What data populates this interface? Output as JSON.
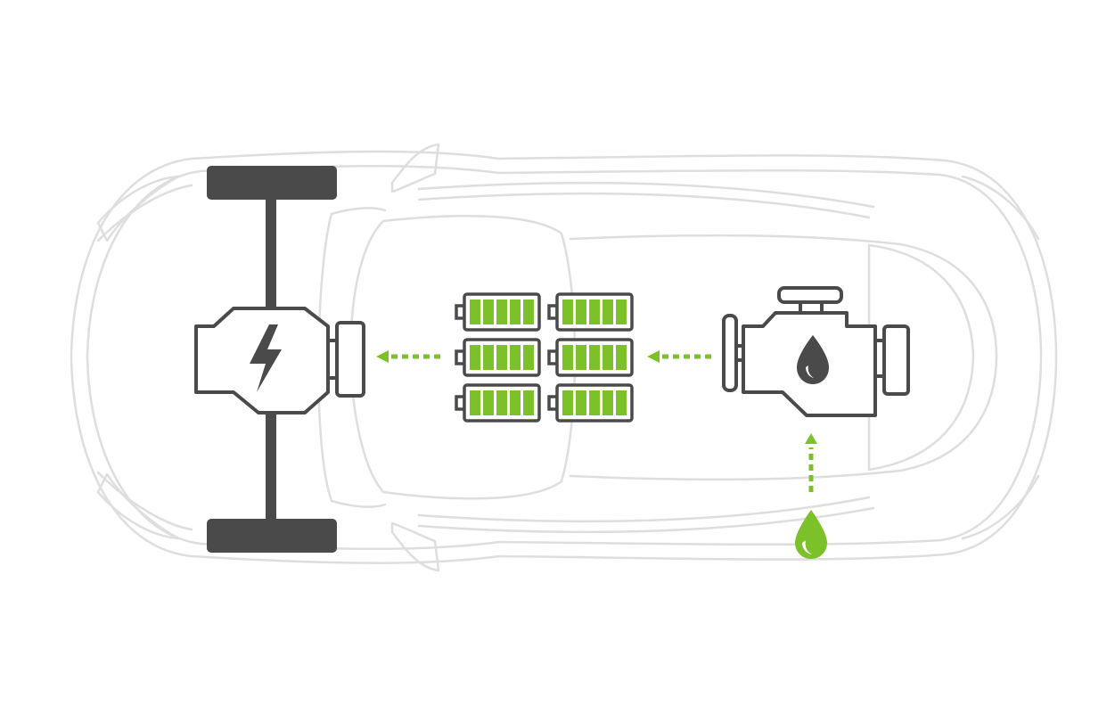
{
  "diagram": {
    "type": "series-hybrid-powertrain",
    "colors": {
      "accent": "#7cc02a",
      "component": "#4a4a4a",
      "car_outline": "#dedede",
      "background": "#ffffff"
    },
    "nodes": [
      {
        "id": "fuel",
        "icon": "fuel-drop-icon",
        "color": "#7cc02a"
      },
      {
        "id": "engine",
        "icon": "combustion-engine-icon",
        "symbol": "oil-drop-icon"
      },
      {
        "id": "battery-pack",
        "icon": "battery-pack-icon",
        "cells": 6,
        "bars_per_cell": 5
      },
      {
        "id": "electric-motor",
        "icon": "electric-motor-icon",
        "symbol": "lightning-bolt-icon"
      },
      {
        "id": "axle",
        "icon": "drive-axle-icon",
        "wheels": 2
      }
    ],
    "flows": [
      {
        "from": "fuel",
        "to": "engine"
      },
      {
        "from": "engine",
        "to": "battery-pack"
      },
      {
        "from": "battery-pack",
        "to": "electric-motor"
      }
    ]
  }
}
